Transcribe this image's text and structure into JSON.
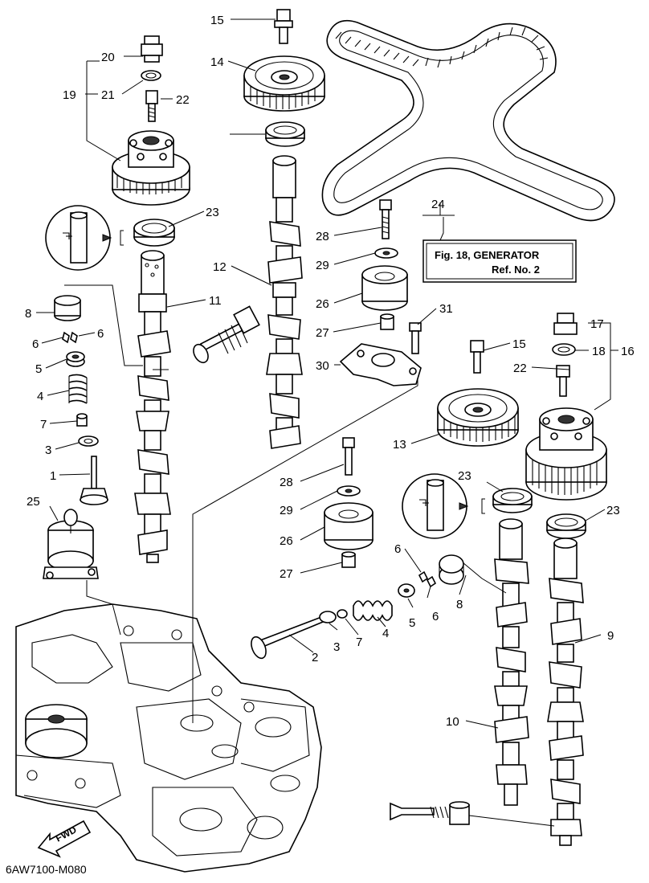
{
  "diagram_code": "6AW7100-M080",
  "fwd_label": "FWD",
  "reference_box": {
    "line1": "Fig. 18, GENERATOR",
    "line2": "Ref. No. 2"
  },
  "callouts": [
    "15",
    "14",
    "20",
    "21",
    "22",
    "19",
    "23",
    "24",
    "28",
    "29",
    "26",
    "27",
    "31",
    "30",
    "12",
    "11",
    "8",
    "6",
    "6",
    "5",
    "4",
    "7",
    "3",
    "1",
    "25",
    "17",
    "18",
    "16",
    "15",
    "22",
    "13",
    "23",
    "23",
    "28",
    "29",
    "26",
    "27",
    "6",
    "6",
    "5",
    "8",
    "3",
    "7",
    "4",
    "2",
    "9",
    "10"
  ]
}
